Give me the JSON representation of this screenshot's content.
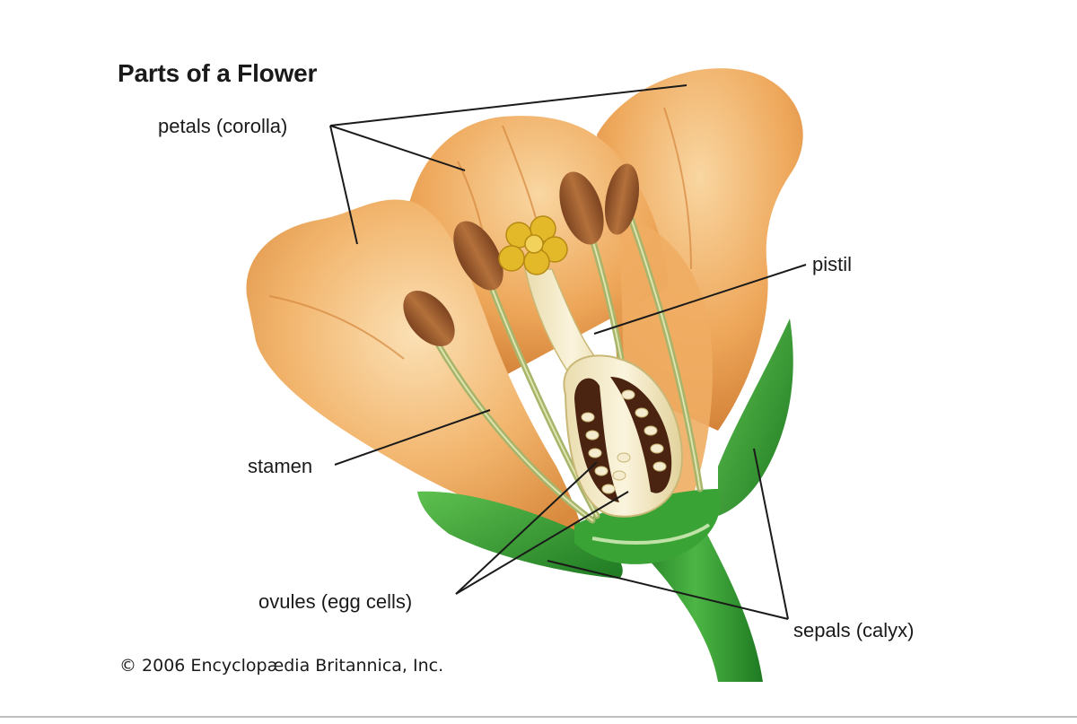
{
  "title": "Parts of a Flower",
  "labels": {
    "petals": "petals (corolla)",
    "pistil": "pistil",
    "stamen": "stamen",
    "ovules": "ovules (egg cells)",
    "sepals": "sepals (calyx)"
  },
  "copyright": "© 2006 Encyclopædia Britannica, Inc.",
  "colors": {
    "petal_light": "#f7c98d",
    "petal_mid": "#efa85a",
    "petal_dark": "#d98a3d",
    "sepal_green": "#3aa336",
    "sepal_dark": "#1f7a22",
    "anther_brown": "#9a5a2c",
    "stigma_yellow": "#e3b92a",
    "filament_green": "#a7b46a",
    "ovary_cream": "#f5ecd0",
    "ovule_dark": "#4a2410",
    "leader_line": "#1a1a1a"
  }
}
